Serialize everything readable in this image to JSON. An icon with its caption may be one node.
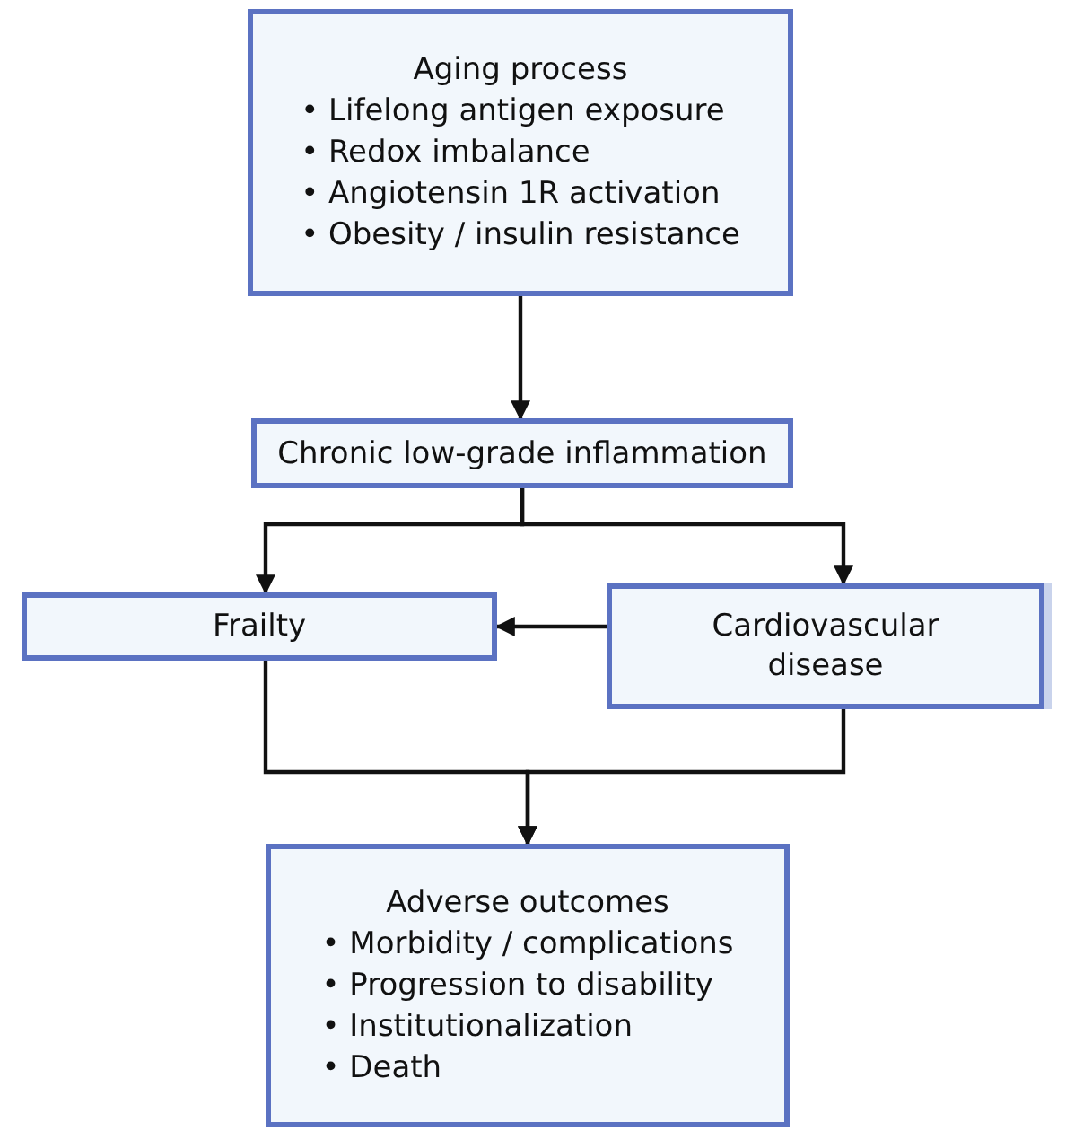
{
  "diagram": {
    "nodes": [
      {
        "text": [
          "Aging process",
          "• Lifelong antigen exposure",
          "• Redox imbalance",
          "• Angiotensin 1R activation",
          "• Obesity / insulin resistance"
        ]
      },
      {
        "text": [
          "Chronic low-grade inflammation"
        ]
      },
      {
        "text": [
          "Frailty"
        ]
      },
      {
        "text": [
          "Cardiovascular disease"
        ]
      },
      {
        "text": [
          "Adverse outcomes",
          "• Morbidity / complications",
          "• Progression to disability",
          "• Institutionalization",
          "• Death"
        ]
      }
    ],
    "edges": [
      {
        "from": 0,
        "to": 1,
        "arrow": "to"
      },
      {
        "from": 1,
        "to": 2,
        "arrow": "to"
      },
      {
        "from": 1,
        "to": 3,
        "arrow": "to"
      },
      {
        "from": 3,
        "to": 2,
        "arrow": "to"
      },
      {
        "from": 2,
        "to": 4,
        "arrow": "to"
      },
      {
        "from": 3,
        "to": 4,
        "arrow": "to"
      }
    ]
  }
}
